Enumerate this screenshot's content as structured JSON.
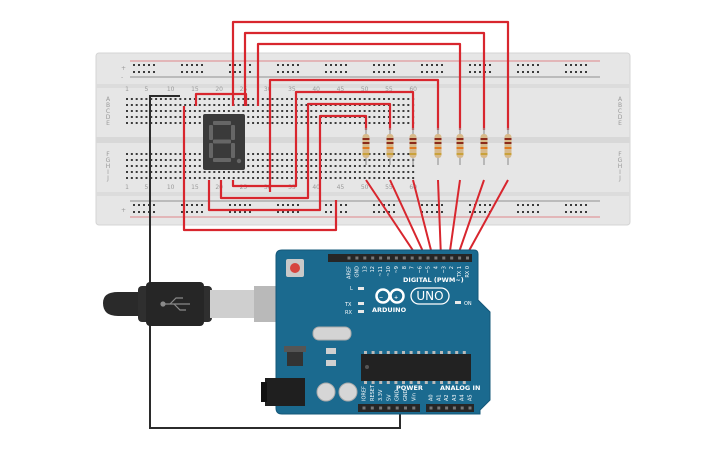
{
  "breadboard": {
    "column_numbers": [
      "1",
      "5",
      "10",
      "15",
      "20",
      "25",
      "30",
      "35",
      "40",
      "45",
      "50",
      "55",
      "60"
    ],
    "row_letters_top": [
      "A",
      "B",
      "C",
      "D",
      "E"
    ],
    "row_letters_bottom": [
      "F",
      "G",
      "H",
      "I",
      "J"
    ],
    "rail_plus": "+",
    "rail_minus": "-"
  },
  "display": {
    "digit": "8.",
    "type": "seven-segment"
  },
  "resistors": {
    "count": 7
  },
  "arduino": {
    "model_text": "UNO",
    "brand_text": "ARDUINO",
    "digital_header": "DIGITAL (PWM~)",
    "power_header": "POWER",
    "analog_header": "ANALOG IN",
    "on_label": "ON",
    "tx_label": "TX",
    "rx_label": "RX",
    "l_label": "L",
    "digital_pins": [
      "AREF",
      "GND",
      "13",
      "12",
      "~11",
      "~10",
      "~9",
      "8",
      "7",
      "~6",
      "~5",
      "4",
      "~3",
      "2",
      "TX 1",
      "RX 0"
    ],
    "power_pins": [
      "IOREF",
      "RESET",
      "3.3V",
      "5V",
      "GND",
      "GND",
      "Vin"
    ],
    "analog_pins": [
      "A0",
      "A1",
      "A2",
      "A3",
      "A4",
      "A5"
    ]
  },
  "colors": {
    "wire_red": "#d8262e",
    "wire_black": "#2b2b2b",
    "board_blue": "#1b6a8f",
    "breadboard": "#e8e8e8",
    "display_body": "#3a3a3a"
  }
}
